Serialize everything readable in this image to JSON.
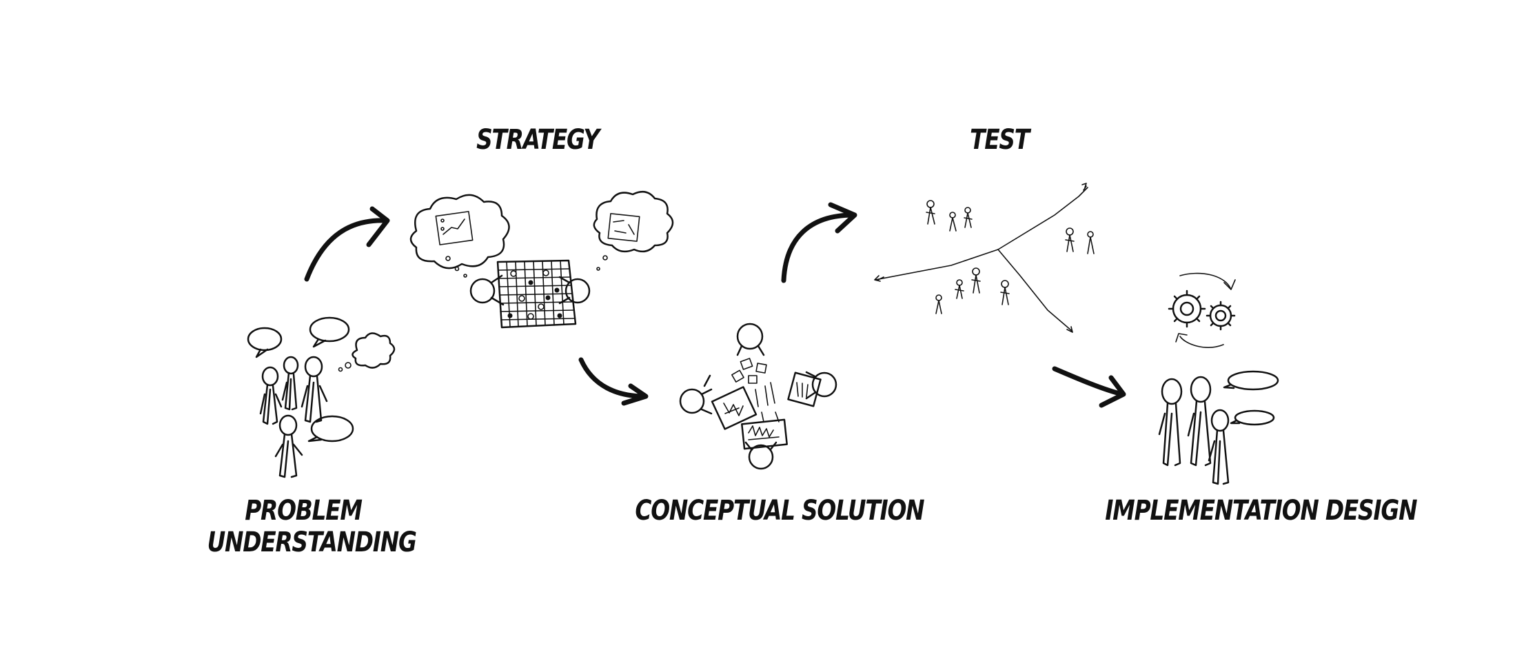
{
  "stages": {
    "problem": {
      "line1": "PROBLEM",
      "line2": "UNDERSTANDING"
    },
    "strategy": {
      "label": "STRATEGY"
    },
    "conceptual": {
      "label": "CONCEPTUAL SOLUTION"
    },
    "test": {
      "label": "TEST"
    },
    "implementation": {
      "label": "IMPLEMENTATION DESIGN"
    }
  },
  "colors": {
    "ink": "#111111",
    "background": "#ffffff"
  }
}
